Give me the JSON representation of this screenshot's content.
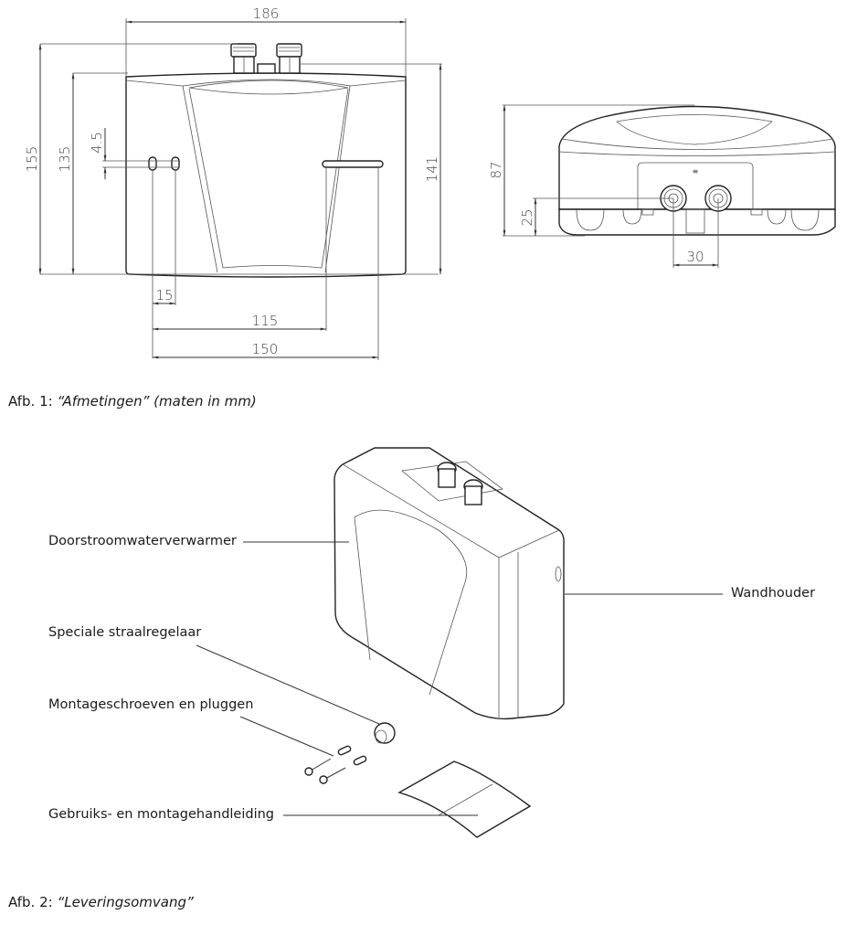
{
  "figure1": {
    "caption_prefix": "Afb. 1:",
    "caption_title": "“Afmetingen” (maten in mm)",
    "front_view": {
      "dimensions": {
        "width_total": "186",
        "height_total": "155",
        "height_body": "135",
        "height_connection": "141",
        "slot_height": "4.5",
        "hole_spacing": "15",
        "hole_to_slot_left": "115",
        "hole_to_slot_right": "150"
      }
    },
    "side_view": {
      "dimensions": {
        "depth": "87",
        "connection_height": "25",
        "connection_spacing": "30"
      }
    }
  },
  "figure2": {
    "caption_prefix": "Afb. 2:",
    "caption_title": "“Leveringsomvang”",
    "labels": {
      "heater": "Doorstroomwaterverwarmer",
      "aerator": "Speciale straalregelaar",
      "screws": "Montageschroeven en pluggen",
      "manual": "Gebruiks- en montagehandleiding",
      "bracket": "Wandhouder"
    }
  }
}
